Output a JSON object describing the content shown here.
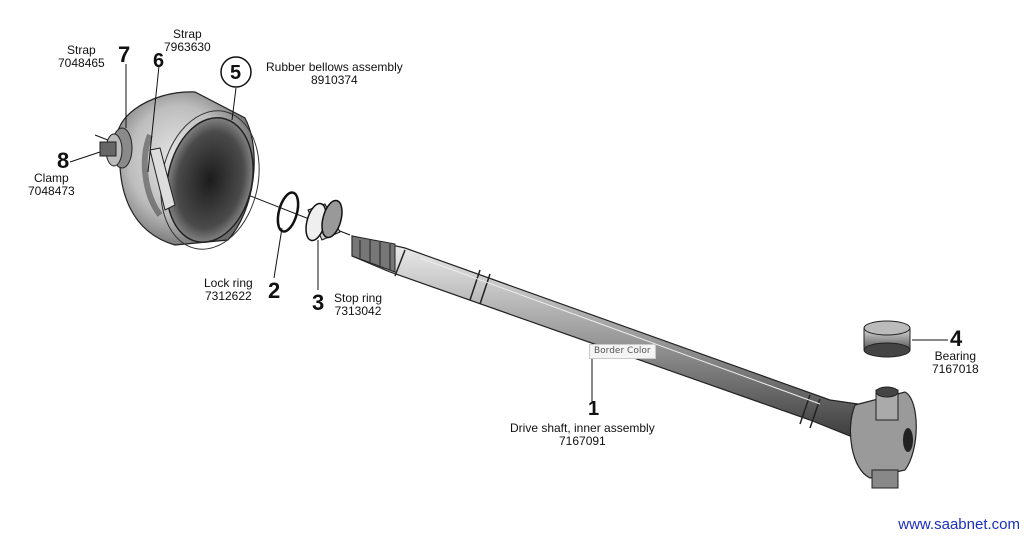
{
  "parts": [
    {
      "number": "1",
      "name": "Drive shaft, inner assembly",
      "part_no": "7167091"
    },
    {
      "number": "2",
      "name": "Lock ring",
      "part_no": "7312622"
    },
    {
      "number": "3",
      "name": "Stop ring",
      "part_no": "7313042"
    },
    {
      "number": "4",
      "name": "Bearing",
      "part_no": "7167018"
    },
    {
      "number": "5",
      "name": "Rubber bellows assembly",
      "part_no": "8910374"
    },
    {
      "number": "6",
      "name": "Strap",
      "part_no": "7963630"
    },
    {
      "number": "7",
      "name": "Strap",
      "part_no": "7048465"
    },
    {
      "number": "8",
      "name": "Clamp",
      "part_no": "7048473"
    }
  ],
  "tooltip": "Border Color",
  "site_link": "www.saabnet.com",
  "colors": {
    "line": "#111111",
    "link": "#1a2fbf",
    "background": "#ffffff"
  }
}
